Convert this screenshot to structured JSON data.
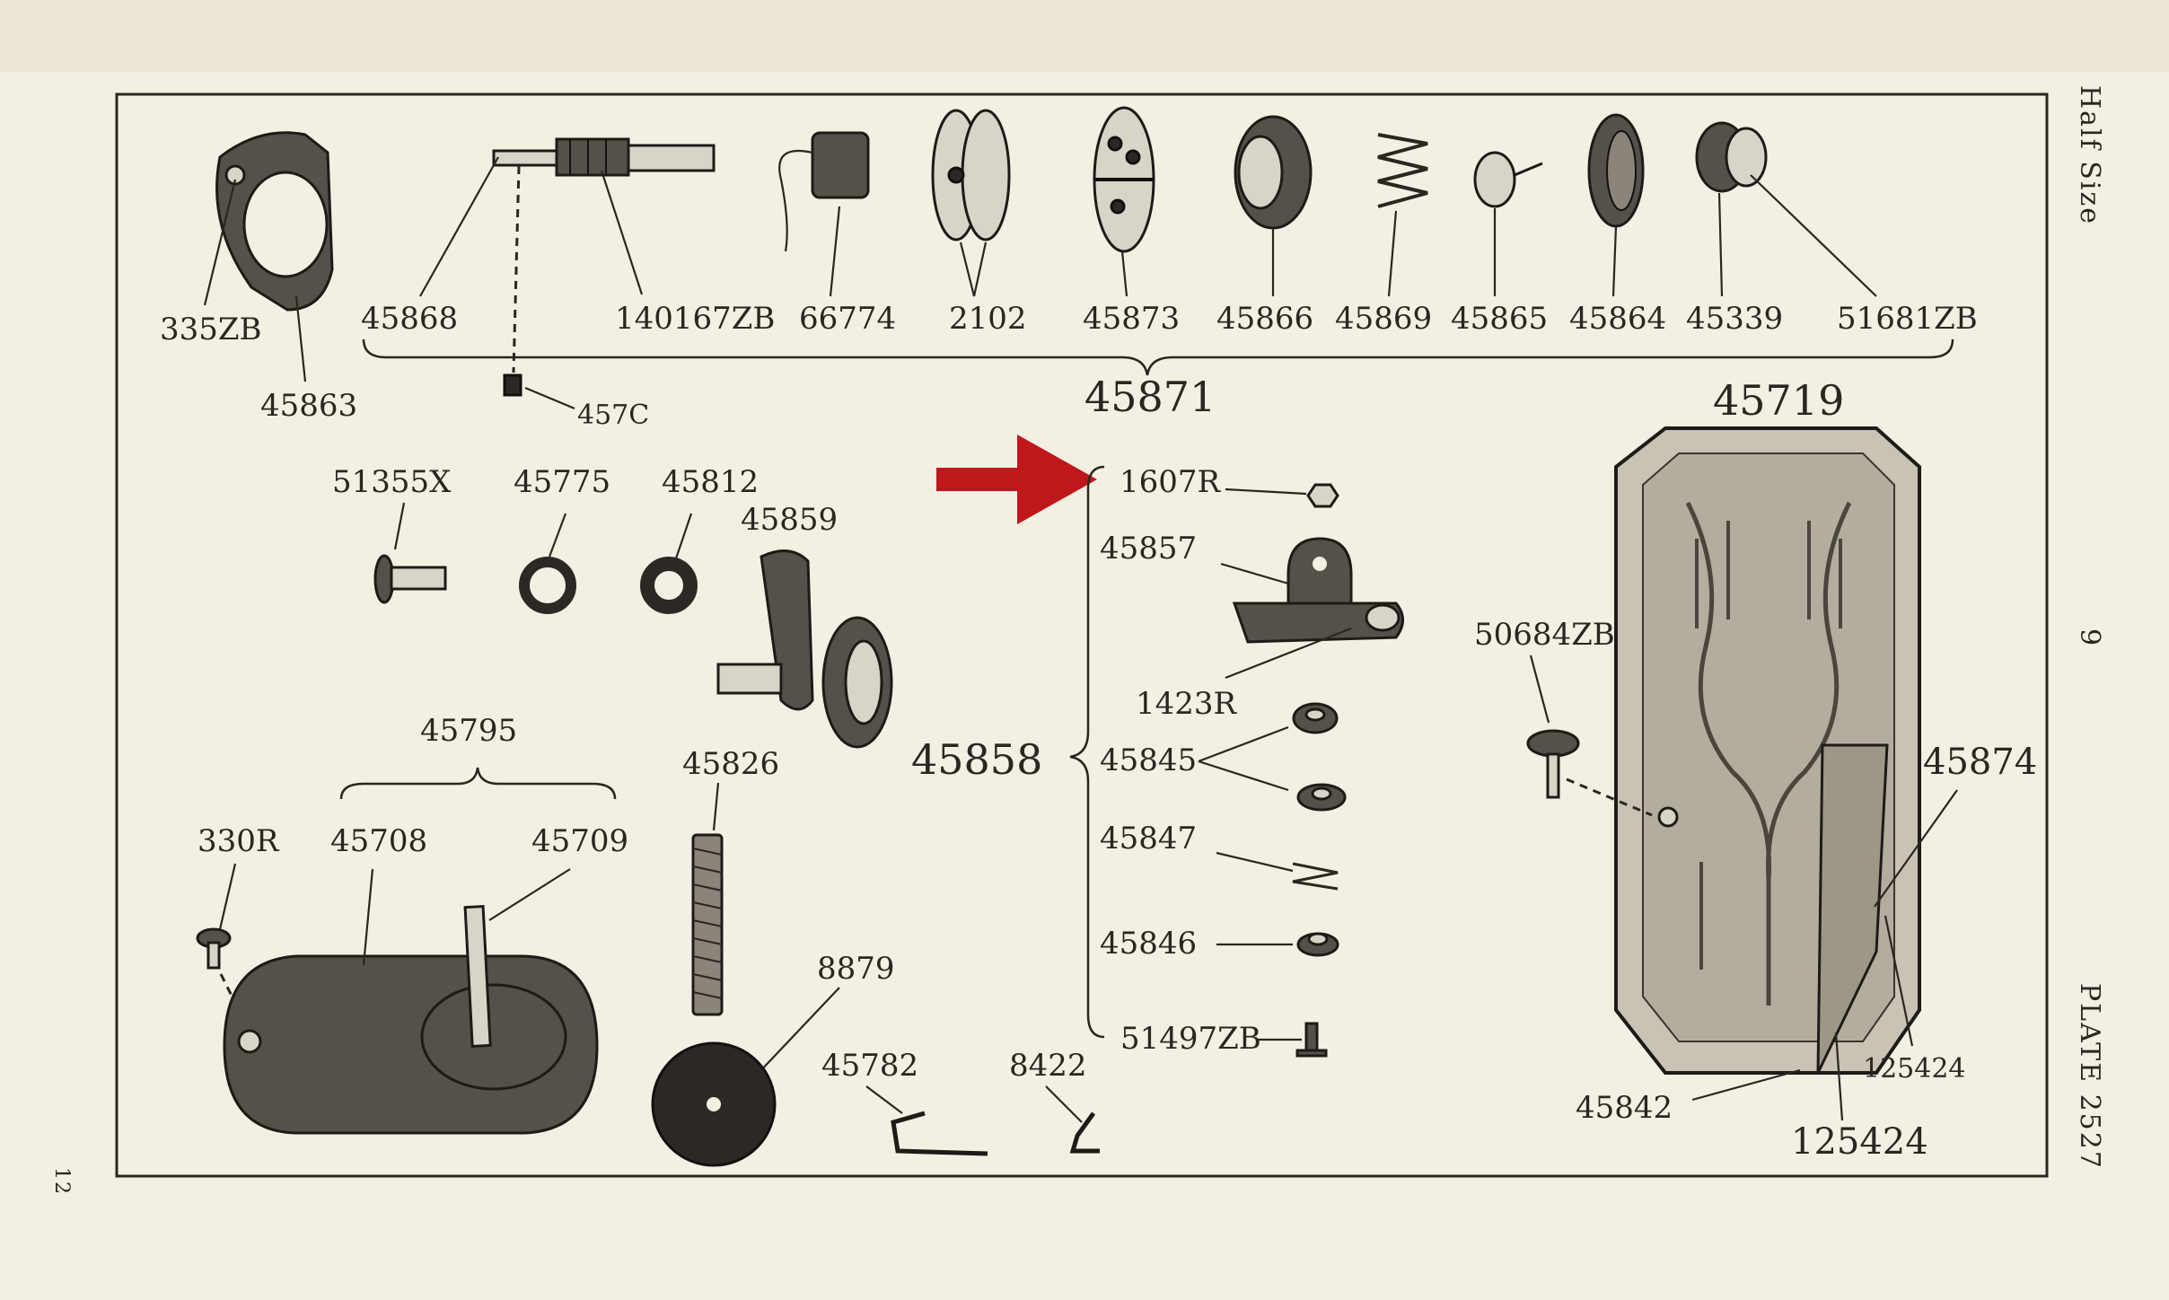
{
  "colors": {
    "paper": "#f3efe3",
    "ink": "#2a2620",
    "arrow": "#c0171d"
  },
  "side_labels": {
    "top": "Half Size",
    "middle": "9",
    "bottom": "PLATE 2527",
    "left_margin": "12"
  },
  "group_labels": {
    "top_group": "45871",
    "plate_group": "45795",
    "tension_group": "45858",
    "treadle": "45719"
  },
  "parts": {
    "p335ZB": "335ZB",
    "p45863": "45863",
    "p45868": "45868",
    "p140167ZB": "140167ZB",
    "p457C": "457C",
    "p66774": "66774",
    "p2102": "2102",
    "p45873": "45873",
    "p45866": "45866",
    "p45869": "45869",
    "p45865": "45865",
    "p45864": "45864",
    "p45339": "45339",
    "p51681ZB": "51681ZB",
    "p51355X": "51355X",
    "p45775": "45775",
    "p45812": "45812",
    "p45859": "45859",
    "p330R": "330R",
    "p45708": "45708",
    "p45709": "45709",
    "p45826": "45826",
    "p8879": "8879",
    "p45782": "45782",
    "p8422": "8422",
    "p1607R": "1607R",
    "p45857": "45857",
    "p1423R": "1423R",
    "p45845": "45845",
    "p45847": "45847",
    "p45846": "45846",
    "p51497ZB": "51497ZB",
    "p50684ZB": "50684ZB",
    "p45874": "45874",
    "p125424a": "125424",
    "p125424b": "125424",
    "p45842": "45842"
  },
  "icons": {
    "pointer": "red-arrow-icon"
  }
}
